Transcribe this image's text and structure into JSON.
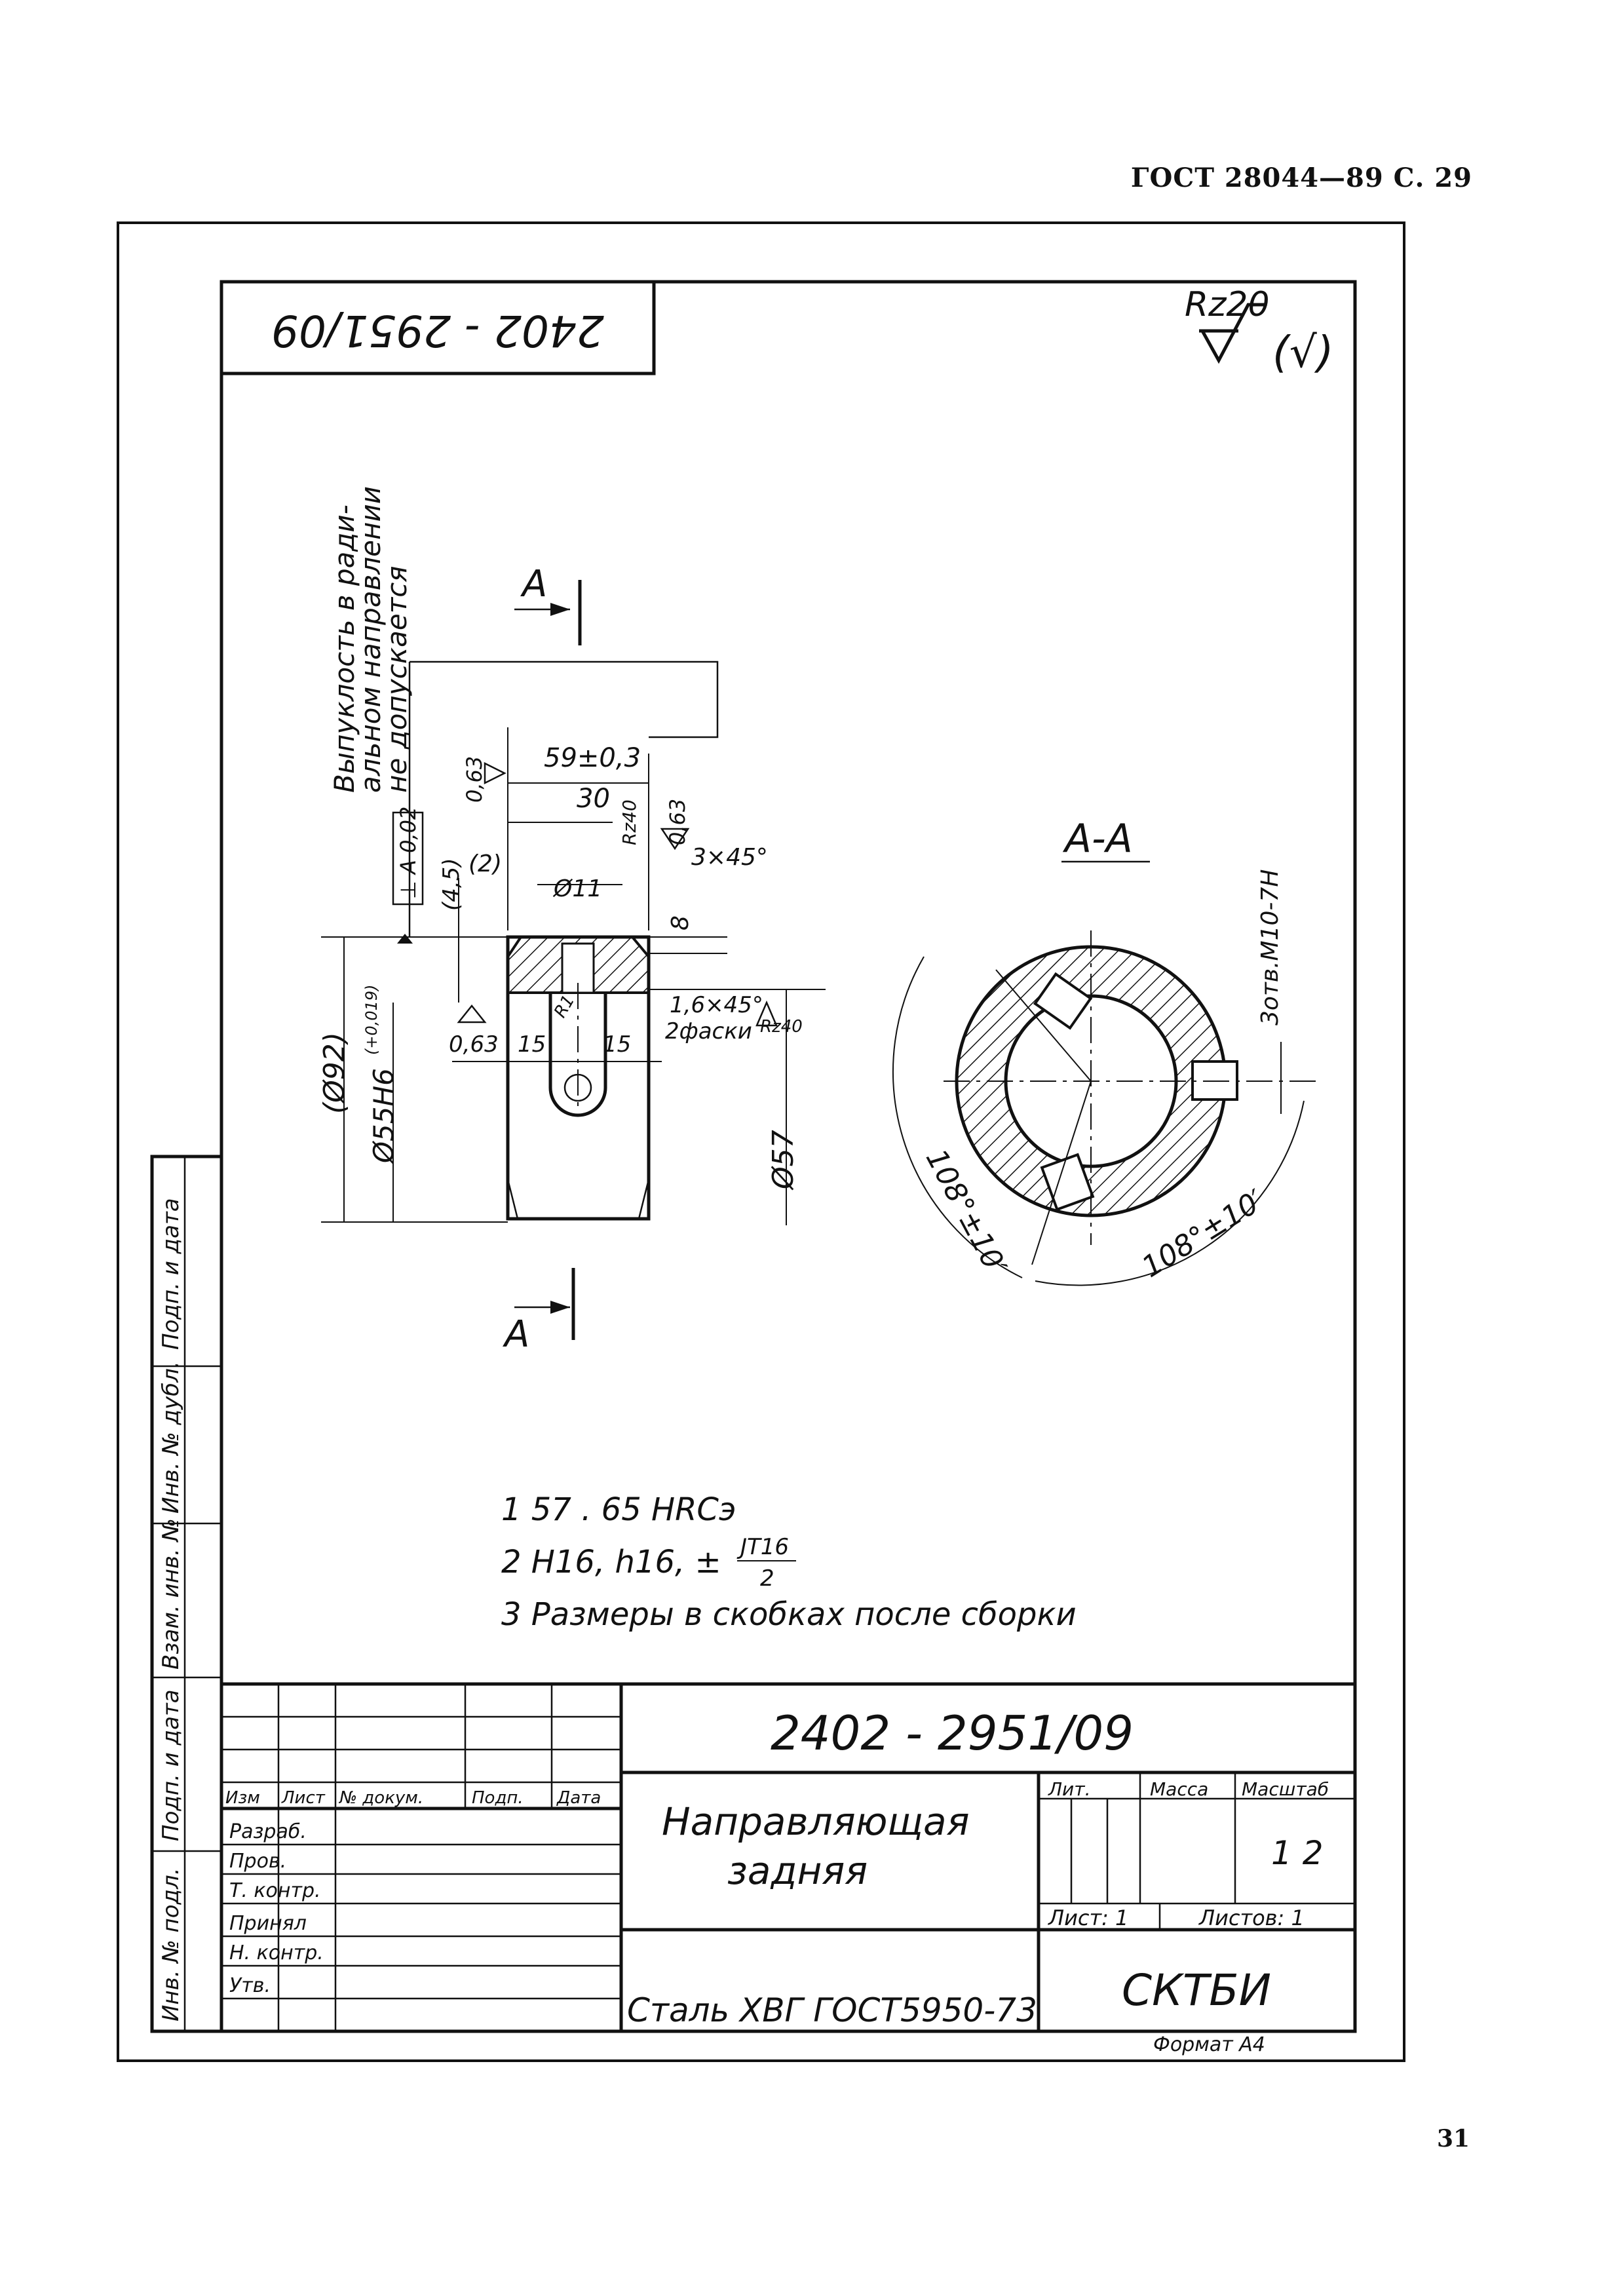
{
  "page_header": "ГОСТ 28044—89 С. 29",
  "page_number": "31",
  "stamp_rotated": "2402 - 2951/09",
  "roughness_general": "Rz20",
  "roughness_general_suffix": "(√)",
  "note_left": [
    "Выпуклость в ради-",
    "альном направлении",
    "не допускается"
  ],
  "section_mark": "А",
  "section_title": "А-А",
  "dims_left": {
    "len_59": "59±0,3",
    "len_30": "30",
    "rz40_top": "Rz40",
    "d11": "Ø11",
    "chamfer_3x45": "3×45°",
    "r063_top_left": "0,63",
    "r063_top_right": "0,63",
    "dim_2": "(2)",
    "dim_45": "(4,5)",
    "dim_8": "8",
    "tol_frame": "⊥ A 0,02",
    "chamfer_16": "1,6×45°",
    "chamfers_2": "2фаски",
    "rz40_right": "Rz40",
    "r063_bottom": "0,63",
    "w15_left": "15",
    "w15_right": "15",
    "r1": "R1",
    "d92": "(Ø92)",
    "d55": "Ø55H6",
    "d55_tol": "(+0,019)",
    "d57": "Ø57"
  },
  "dims_section": {
    "thread_holes": "3отв.M10-7H",
    "angle_1": "108°±10′",
    "angle_2": "108°±10′"
  },
  "notes": [
    "1  57 . 65 HRCэ",
    "2  H16,  h16,  ±",
    "3  Размеры в скобках  после сборки"
  ],
  "note2_frac_num": "JT16",
  "note2_frac_den": "2",
  "side_strip": [
    "Подп. и дата",
    "Инв. № дубл.",
    "Взам. инв. №",
    "Подп. и дата",
    "Инв. № подл."
  ],
  "title_block": {
    "designation": "2402 - 2951/09",
    "name_line1": "Направляющая",
    "name_line2": "задняя",
    "material": "Сталь ХВГ ГОСТ5950-73",
    "org": "СКТБИ",
    "col_headers": [
      "Изм",
      "Лист",
      "№ докум.",
      "Подп.",
      "Дата"
    ],
    "roles": [
      "Разраб.",
      "Пров.",
      "Т. контр.",
      "Принял",
      "Н. контр.",
      "Утв."
    ],
    "lit_label": "Лит.",
    "mass_label": "Масса",
    "scale_label": "Масштаб",
    "scale_value": "1  2",
    "sheet_label": "Лист: 1",
    "sheets_label": "Листов: 1",
    "format": "Формат А4"
  }
}
